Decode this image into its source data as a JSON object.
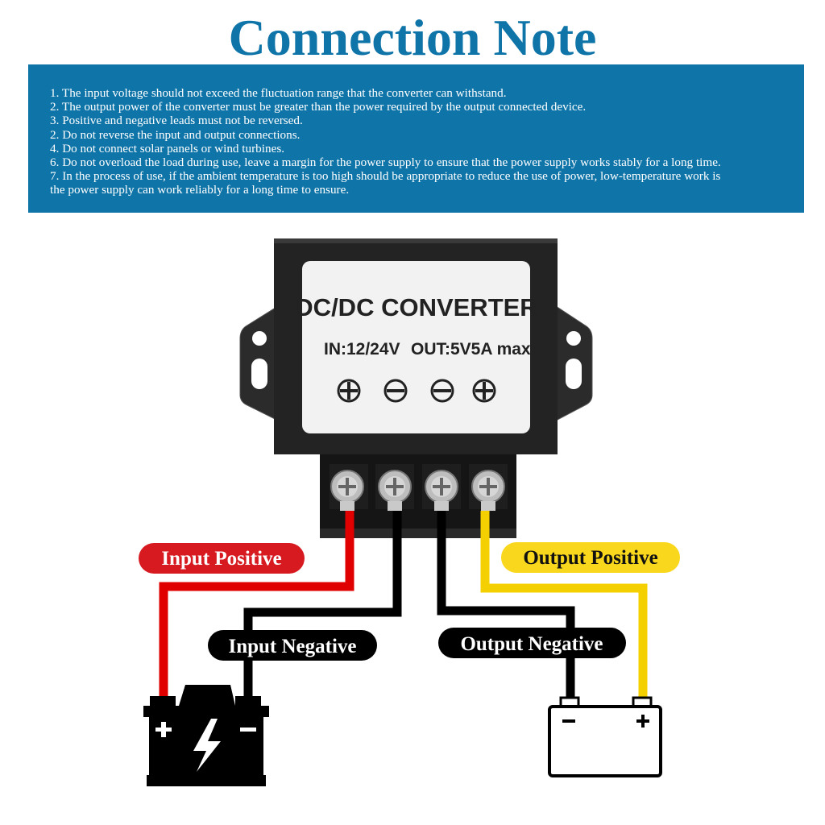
{
  "title": "Connection Note",
  "notes": [
    "1. The input voltage should not exceed the fluctuation range that the converter can withstand.",
    "2. The output power of the converter must be greater than the power required by the output connected device.",
    "3. Positive and negative leads must not be reversed.",
    "2. Do not reverse the input and output connections.",
    "4. Do not connect solar panels or wind turbines.",
    "6. Do not overload the load during use, leave a margin for the power supply to ensure that the power supply works stably for a long time.",
    "7. In the process of use, if the ambient temperature is too high should be appropriate to reduce the use of power, low-temperature work is",
    "the power supply can work reliably for a long time to ensure."
  ],
  "device": {
    "name": "DC/DC CONVERTER",
    "input_spec": "IN:12/24V",
    "output_spec": "OUT:5V5A max"
  },
  "labels": {
    "input_positive": "Input Positive",
    "input_negative": "Input Negative",
    "output_positive": "Output Positive",
    "output_negative": "Output Negative"
  },
  "colors": {
    "accent_blue": "#0f74a8",
    "wire_red": "#e00000",
    "wire_black": "#000000",
    "wire_yellow": "#f5d000",
    "label_red_bg": "#d71920",
    "label_yellow_bg": "#f9d71c"
  },
  "icons": {
    "source_battery": "car-battery-icon",
    "load_battery": "battery-outline-icon"
  }
}
